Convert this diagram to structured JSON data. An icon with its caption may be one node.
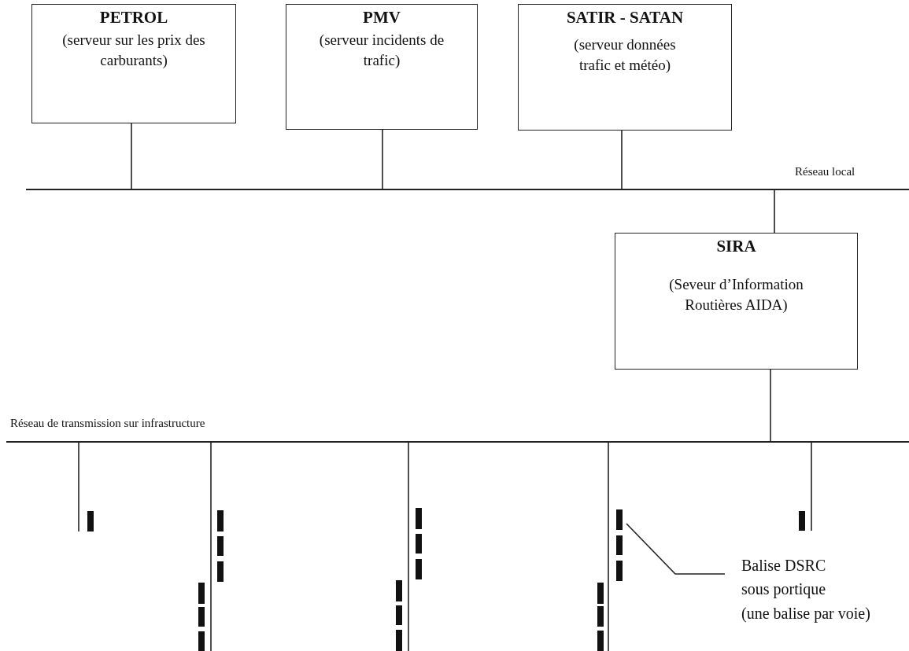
{
  "diagram": {
    "nodes": [
      {
        "text": [
          "PETROL",
          "(serveur sur les prix des carburants)"
        ]
      },
      {
        "text": [
          "PMV",
          "(serveur incidents de trafic)"
        ]
      },
      {
        "text": [
          "SATIR - SATAN",
          "(serveur données trafic et météo)"
        ]
      },
      {
        "text": [],
        "shape": "bar",
        "beside": [
          "Réseau local"
        ]
      },
      {
        "text": [
          "SIRA",
          "(Seveur d’Information Routières AIDA)"
        ]
      },
      {
        "text": [],
        "shape": "bar",
        "beside": [
          "Réseau de transmission sur infrastructure"
        ]
      },
      {
        "text": [],
        "shape": "bar"
      },
      {
        "text": [],
        "shape": "bar"
      },
      {
        "text": [],
        "shape": "bar"
      },
      {
        "text": [],
        "shape": "bar"
      },
      {
        "text": [],
        "shape": "bar"
      },
      {
        "text": [],
        "shape": "bar"
      },
      {
        "text": [],
        "shape": "bar"
      },
      {
        "text": [],
        "shape": "bar"
      },
      {
        "text": [],
        "shape": "bar"
      },
      {
        "text": [],
        "shape": "bar"
      },
      {
        "text": [],
        "shape": "bar"
      },
      {
        "text": [],
        "shape": "bar"
      },
      {
        "text": [],
        "shape": "bar"
      },
      {
        "text": [],
        "shape": "bar"
      },
      {
        "text": [],
        "shape": "bar"
      },
      {
        "text": [],
        "shape": "bar"
      },
      {
        "text": [],
        "shape": "bar"
      },
      {
        "text": [],
        "shape": "bar"
      },
      {
        "text": [],
        "shape": "bar"
      },
      {
        "text": [],
        "shape": "bar"
      },
      {
        "text": [
          "Balise DSRC sous portique",
          "(une balise par voie)"
        ]
      }
    ],
    "edges": [
      {
        "from": 0,
        "to": 3,
        "arrow": "none"
      },
      {
        "from": 1,
        "to": 3,
        "arrow": "none"
      },
      {
        "from": 2,
        "to": 3,
        "arrow": "none"
      },
      {
        "from": 3,
        "to": 4,
        "arrow": "none"
      },
      {
        "from": 4,
        "to": 5,
        "arrow": "none"
      },
      {
        "from": 5,
        "to": 6,
        "arrow": "none"
      },
      {
        "from": 5,
        "to": 12,
        "arrow": "none"
      },
      {
        "from": 5,
        "to": 18,
        "arrow": "none"
      },
      {
        "from": 5,
        "to": 24,
        "arrow": "none"
      },
      {
        "from": 5,
        "to": 25,
        "arrow": "none"
      },
      {
        "from": 26,
        "to": 19,
        "arrow": "none"
      }
    ]
  }
}
